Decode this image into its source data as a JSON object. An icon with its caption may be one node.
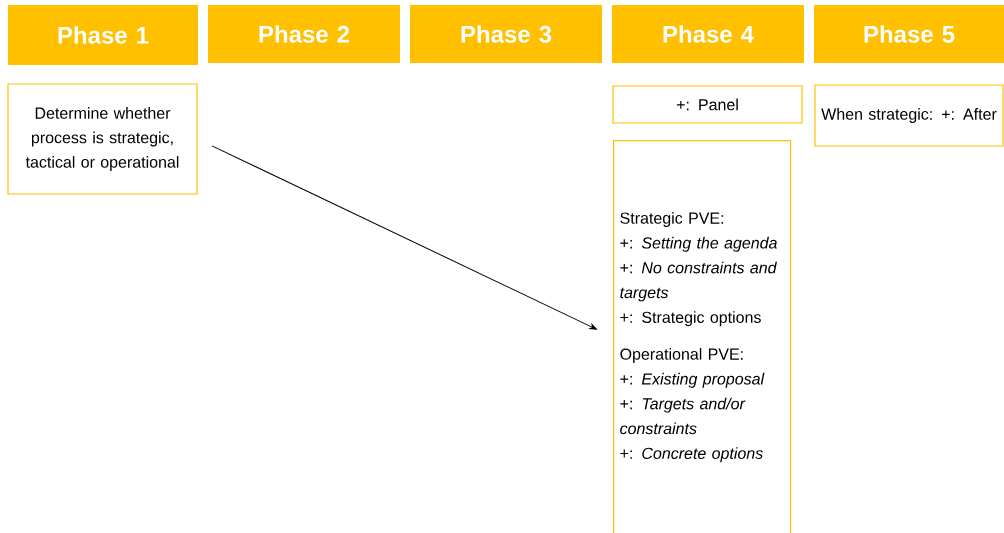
{
  "diagram": {
    "nodes": [
      {
        "text": [
          "Phase 1"
        ]
      },
      {
        "text": [
          "Phase 2"
        ]
      },
      {
        "text": [
          "Phase 3"
        ]
      },
      {
        "text": [
          "Phase 4"
        ]
      },
      {
        "text": [
          "Phase 5"
        ]
      },
      {
        "text": [
          "Determine whether process is strategic, tactical or operational"
        ]
      },
      {
        "text": [
          "+: Panel"
        ]
      },
      {
        "text": [
          "Strategic PVE:",
          "+: *Setting the agenda*",
          "+: *No constraints and targets*",
          "+: Strategic options",
          "Operational PVE:",
          "+: *Existing proposal*",
          "+: *Targets and/or constraints*",
          "+: *Concrete options*"
        ]
      },
      {
        "text": [
          "When strategic: +: After"
        ]
      }
    ],
    "edges": [
      {
        "from": 5,
        "to": 7,
        "arrow": "to"
      }
    ]
  }
}
